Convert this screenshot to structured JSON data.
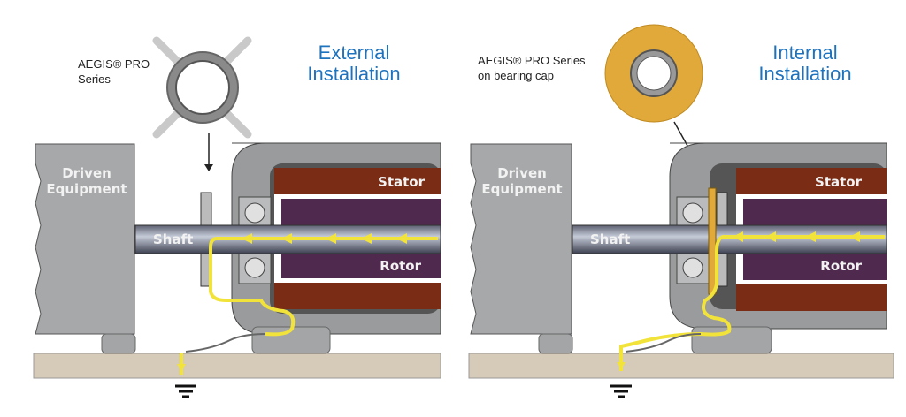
{
  "panels": [
    {
      "id": "external",
      "title_line1": "External",
      "title_line2": "Installation",
      "caption_line1": "AEGIS® PRO",
      "caption_line2": "Series",
      "device": "ring-with-brackets",
      "labels": {
        "driven_line1": "Driven",
        "driven_line2": "Equipment",
        "stator": "Stator",
        "shaft": "Shaft",
        "rotor": "Rotor"
      }
    },
    {
      "id": "internal",
      "title_line1": "Internal",
      "title_line2": "Installation",
      "caption_line1": "AEGIS® PRO Series",
      "caption_line2": "on bearing cap",
      "device": "ring-on-bearing-cap",
      "labels": {
        "driven_line1": "Driven",
        "driven_line2": "Equipment",
        "stator": "Stator",
        "shaft": "Shaft",
        "rotor": "Rotor"
      }
    }
  ],
  "colors": {
    "title": "#1e73be",
    "current_path": "#f2e33a",
    "stator": "#7a2c14",
    "rotor": "#4f2a4e",
    "housing": "#9a9b9d",
    "equipment": "#a7a8aa",
    "floor": "#d6cbb8",
    "bearing_cap": "#e0a93a"
  }
}
